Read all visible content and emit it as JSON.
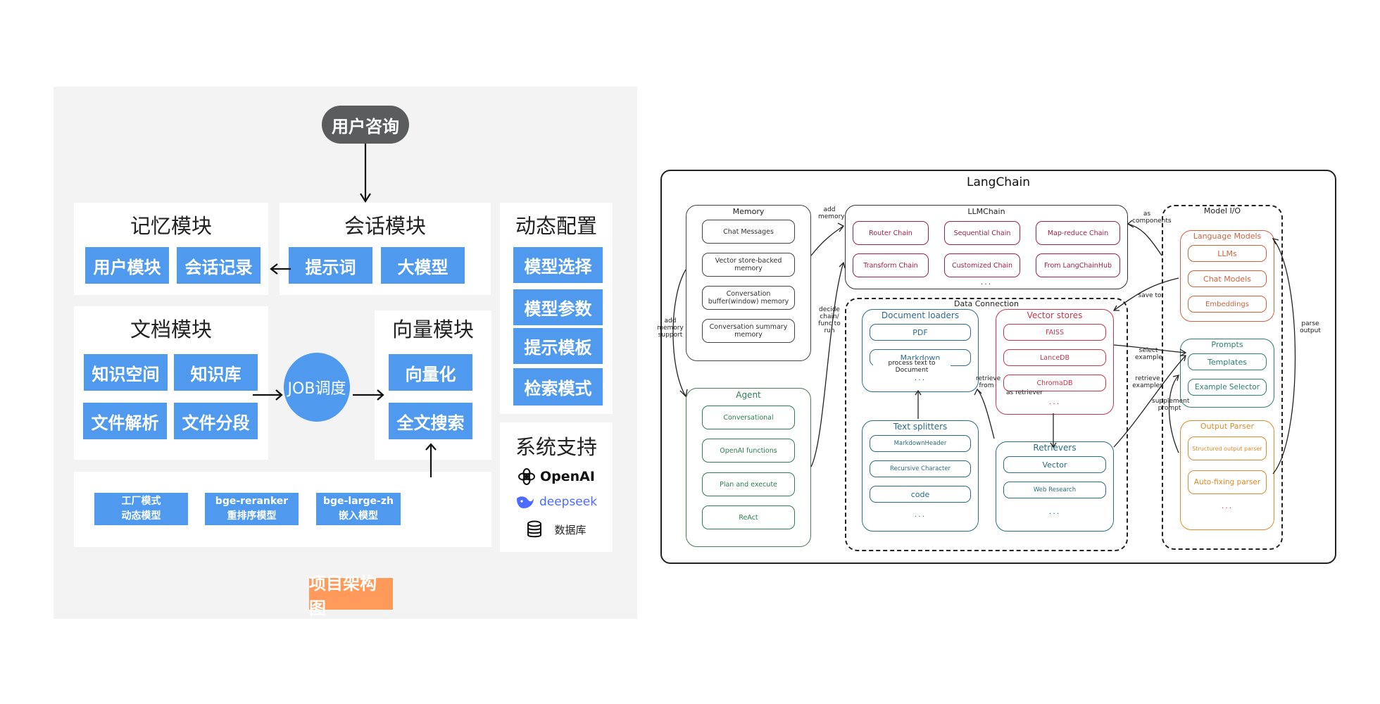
{
  "architecture": {
    "user_query": "用户咨询",
    "memory_module": {
      "title": "记忆模块",
      "items": [
        "用户模块",
        "会话记录"
      ]
    },
    "session_module": {
      "title": "会话模块",
      "items": [
        "提示词",
        "大模型"
      ]
    },
    "document_module": {
      "title": "文档模块",
      "items": [
        "知识空间",
        "知识库",
        "文件解析",
        "文件分段"
      ]
    },
    "job_scheduler": "JOB调度",
    "vector_module": {
      "title": "向量模块",
      "items": [
        "向量化",
        "全文搜索"
      ]
    },
    "dynamic_config": {
      "title": "动态配置",
      "items": [
        "模型选择",
        "模型参数",
        "提示模板",
        "检索模式"
      ]
    },
    "models": [
      {
        "line1": "工厂模式",
        "line2": "动态模型"
      },
      {
        "line1": "bge-reranker",
        "line2": "重排序模型"
      },
      {
        "line1": "bge-large-zh",
        "line2": "嵌入模型"
      }
    ],
    "system_support": {
      "title": "系统支持",
      "openai": "OpenAI",
      "deepseek": "deepseek",
      "database": "数据库"
    },
    "caption": "项目架构图",
    "colors": {
      "block_blue": "#4f9aee",
      "caption_orange": "#ff9a5a",
      "pill_gray": "#5a5c5e",
      "background": "#f3f3f3"
    }
  },
  "langchain": {
    "title": "LangChain",
    "memory": {
      "title": "Memory",
      "items": [
        "Chat Messages",
        "Vector store-backed memory",
        "Conversation buffer(window) memory",
        "Conversation summary memory"
      ]
    },
    "llmchain": {
      "title": "LLMChain",
      "items": [
        "Router Chain",
        "Sequential Chain",
        "Map-reduce Chain",
        "Transform Chain",
        "Customized Chain",
        "From LangChainHub"
      ],
      "more": "..."
    },
    "agent": {
      "title": "Agent",
      "items": [
        "Conversational",
        "OpenAI functions",
        "Plan and execute",
        "ReAct"
      ]
    },
    "data_connection": {
      "title": "Data Connection",
      "document_loaders": {
        "title": "Document loaders",
        "items": [
          "PDF",
          "Markdown"
        ],
        "more": "..."
      },
      "vector_stores": {
        "title": "Vector stores",
        "items": [
          "FAISS",
          "LanceDB",
          "ChromaDB"
        ],
        "more": "..."
      },
      "text_splitters": {
        "title": "Text splitters",
        "items": [
          "MarkdownHeader",
          "Recursive Character",
          "code"
        ],
        "more": "..."
      },
      "retrievers": {
        "title": "Retrievers",
        "items": [
          "Vector",
          "Web Research"
        ],
        "more": "..."
      }
    },
    "model_io": {
      "title": "Model I/O",
      "language_models": {
        "title": "Language Models",
        "items": [
          "LLMs",
          "Chat Models",
          "Embeddings"
        ]
      },
      "prompts": {
        "title": "Prompts",
        "items": [
          "Templates",
          "Example Selector"
        ]
      },
      "output_parser": {
        "title": "Output Parser",
        "items": [
          "Structured output parser",
          "Auto-fixing parser"
        ],
        "more": "..."
      }
    },
    "edge_labels": {
      "add_memory": "add memory",
      "add_memory_support": "add memory support",
      "decide_chain": "decide chain/ func to run",
      "as_components": "as components",
      "save_to": "save to",
      "select_example": "select example",
      "retrieve_examples": "retrieve examples",
      "supplement_prompt": "supplement prompt",
      "parse_output": "parse output",
      "process_text": "process text to Document",
      "retrieve_from": "retrieve from",
      "as_retriever": "as retriever"
    }
  }
}
